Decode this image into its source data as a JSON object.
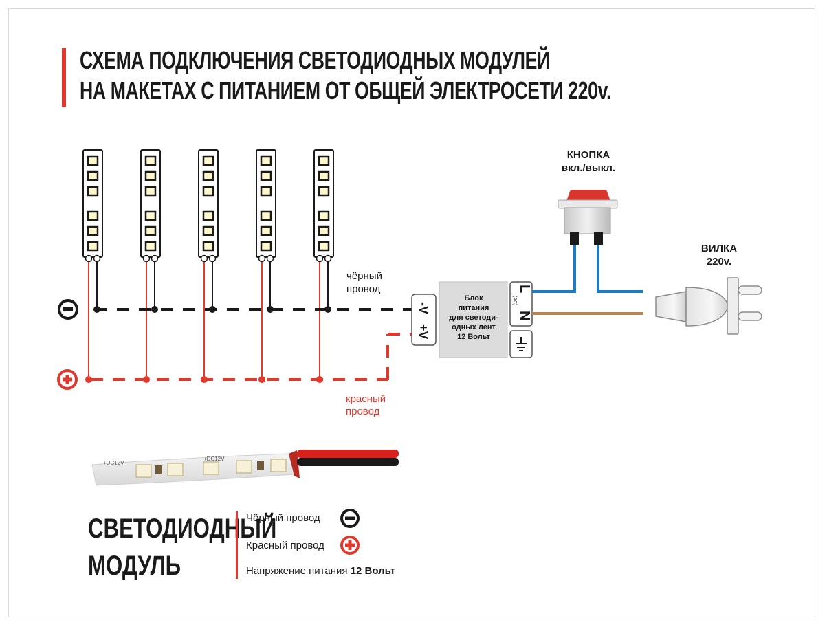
{
  "title": {
    "line1": "СХЕМА ПОДКЛЮЧЕНИЯ СВЕТОДИОДНЫХ МОДУЛЕЙ",
    "line2": "НА МАКЕТАХ С ПИТАНИЕМ ОТ ОБЩЕЙ  ЭЛЕКТРОСЕТИ 220v."
  },
  "colors": {
    "accent_red": "#e03a2f",
    "black_wire": "#1a1a1a",
    "red_wire": "#e03a2f",
    "blue_wire": "#1f7cc1",
    "brown_wire": "#b9864f",
    "device_gray": "#dcdcdc"
  },
  "labels": {
    "black_wire": [
      "чёрный",
      "провод"
    ],
    "red_wire": [
      "красный",
      "провод"
    ],
    "switch": [
      "КНОПКА",
      "вкл./выкл."
    ],
    "plug": [
      "ВИЛКА",
      "220v."
    ],
    "minus_symbol": "−",
    "plus_symbol": "+"
  },
  "power_supply": {
    "text": [
      "Блок",
      "питания",
      "для светоди-",
      "одных лент",
      "12 Вольт"
    ],
    "terminal_minus": "-V",
    "terminal_plus": "+V",
    "terminal_L": "L",
    "terminal_N": "N",
    "ac_mark": "(AC)",
    "ground_icon": "ground-icon"
  },
  "led_modules": {
    "count": 5,
    "leds_per_module": 6
  },
  "strip_photo": {
    "marking_1": "+DC12V",
    "marking_2": "+DC12V"
  },
  "module_caption": [
    "СВЕТОДИОДНЫЙ",
    "МОДУЛЬ"
  ],
  "legend": {
    "black": "Чёрный провод",
    "red": "Красный провод",
    "voltage_prefix": "Напряжение питания ",
    "voltage_value": "12 Вольт"
  }
}
